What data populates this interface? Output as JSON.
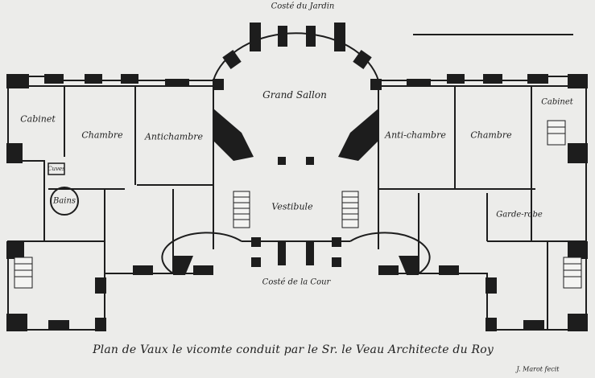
{
  "labels": {
    "top": "Costé du Jardin",
    "bottom": "Costé de la Cour",
    "grand_salon": "Grand Sallon",
    "vestibule": "Vestibule",
    "cabinet_left": "Cabinet",
    "chambre_left": "Chambre",
    "antichambre_left": "Antichambre",
    "antichambre_right": "Anti-chambre",
    "chambre_right": "Chambre",
    "cabinet_right": "Cabinet",
    "garderobe": "Garde-robe",
    "bains": "Bains",
    "cuves": "Cuves"
  },
  "caption": "Plan de Vaux le vicomte conduit par le Sr. le Veau Architecte du Roy",
  "signature": "J. Marot fecit",
  "colors": {
    "paper": "#ececea",
    "ink": "#1d1d1d"
  }
}
